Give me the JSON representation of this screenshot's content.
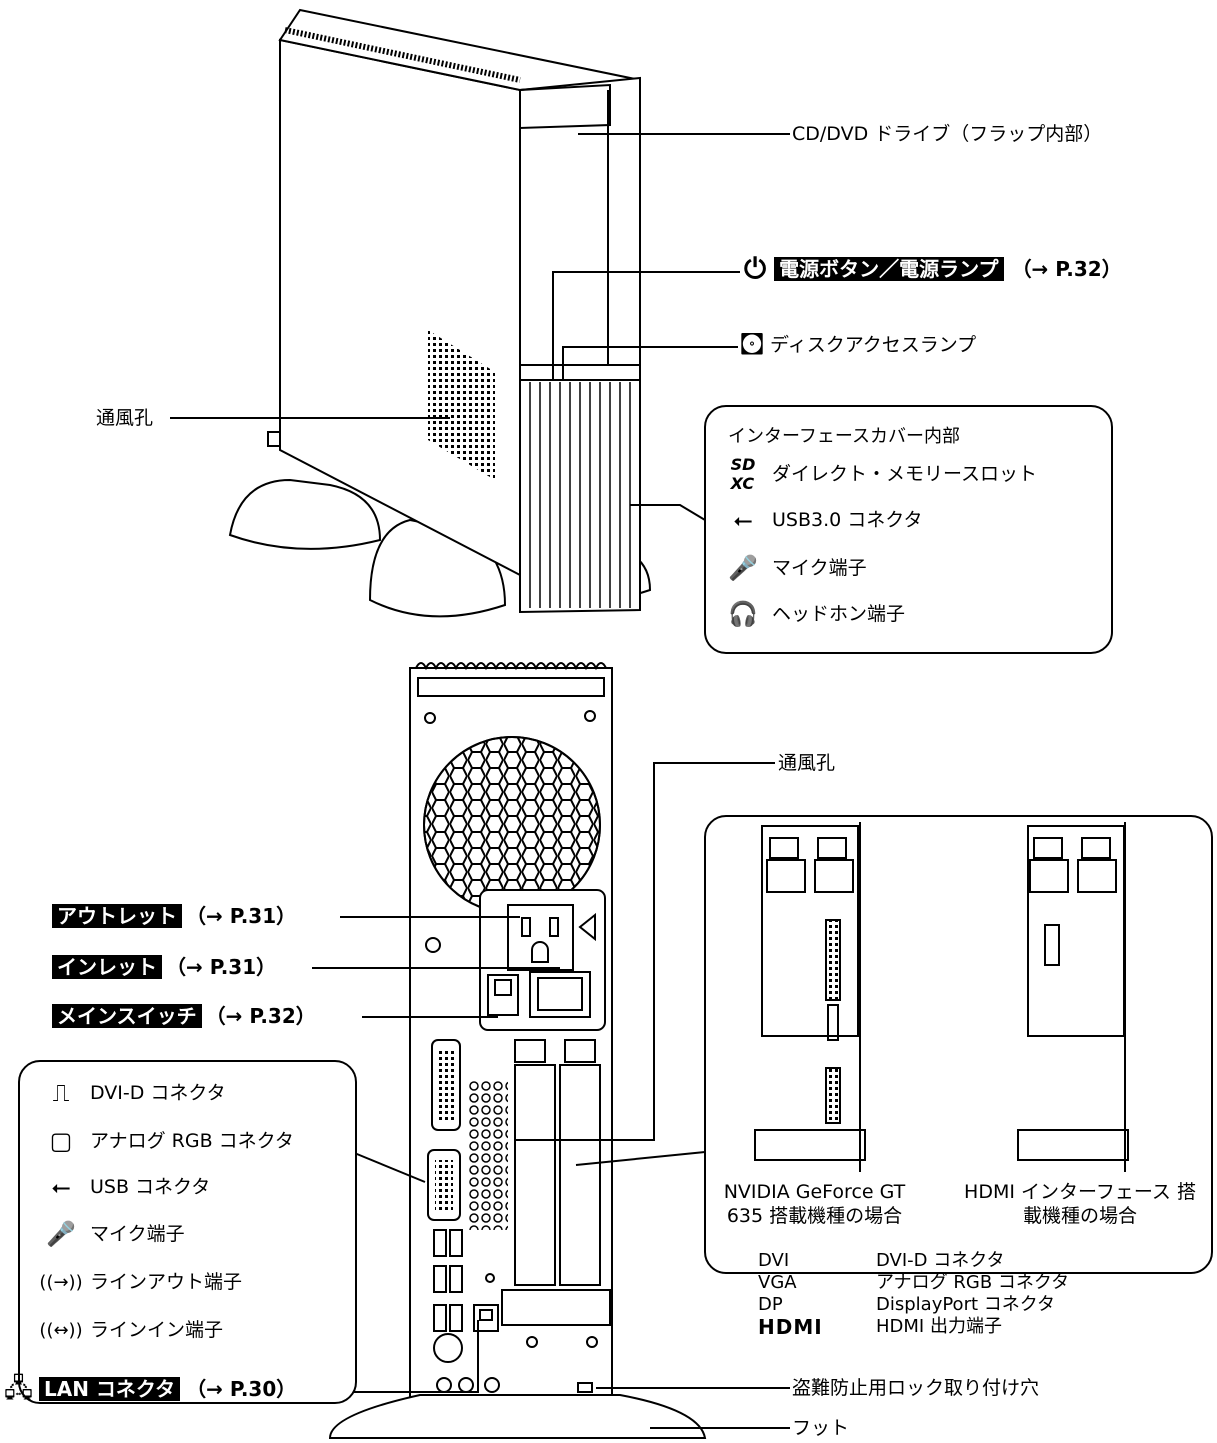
{
  "front": {
    "cd_dvd": "CD/DVD ドライブ（フラップ内部）",
    "power_label": "電源ボタン／電源ランプ",
    "power_ref": "（→ P.32）",
    "disk_lamp": "ディスクアクセスランプ",
    "vent": "通風孔",
    "iface_title": "インターフェースカバー内部",
    "iface_items": [
      {
        "icon": "sdxc-icon",
        "label": "ダイレクト・メモリースロット"
      },
      {
        "icon": "usb-icon",
        "label": "USB3.0 コネクタ"
      },
      {
        "icon": "microphone-icon",
        "label": "マイク端子"
      },
      {
        "icon": "headphone-icon",
        "label": "ヘッドホン端子"
      }
    ]
  },
  "back": {
    "vent": "通風孔",
    "outlet_label": "アウトレット",
    "outlet_ref": "（→ P.31）",
    "inlet_label": "インレット",
    "inlet_ref": "（→ P.31）",
    "main_switch_label": "メインスイッチ",
    "main_switch_ref": "（→ P.32）",
    "lan_label": "LAN コネクタ",
    "lan_ref": "（→ P.30）",
    "lock_hole": "盗難防止用ロック取り付け穴",
    "foot": "フット",
    "left_items": [
      {
        "icon": "dvi-icon",
        "label": "DVI-D コネクタ"
      },
      {
        "icon": "vga-icon",
        "label": "アナログ RGB コネクタ"
      },
      {
        "icon": "usb-icon",
        "label": "USB コネクタ"
      },
      {
        "icon": "microphone-icon",
        "label": "マイク端子"
      },
      {
        "icon": "line-out-icon",
        "label": "ラインアウト端子"
      },
      {
        "icon": "line-in-icon",
        "label": "ラインイン端子"
      }
    ],
    "card1_caption": "NVIDIA GeForce GT 635 搭載機種の場合",
    "card2_caption": "HDMI インターフェース 搭載機種の場合",
    "legend": [
      {
        "key": "DVI",
        "val": "DVI-D コネクタ"
      },
      {
        "key": "VGA",
        "val": "アナログ RGB コネクタ"
      },
      {
        "key": "DP",
        "val": "DisplayPort コネクタ"
      },
      {
        "key": "HDMI",
        "val": "HDMI 出力端子"
      }
    ]
  }
}
